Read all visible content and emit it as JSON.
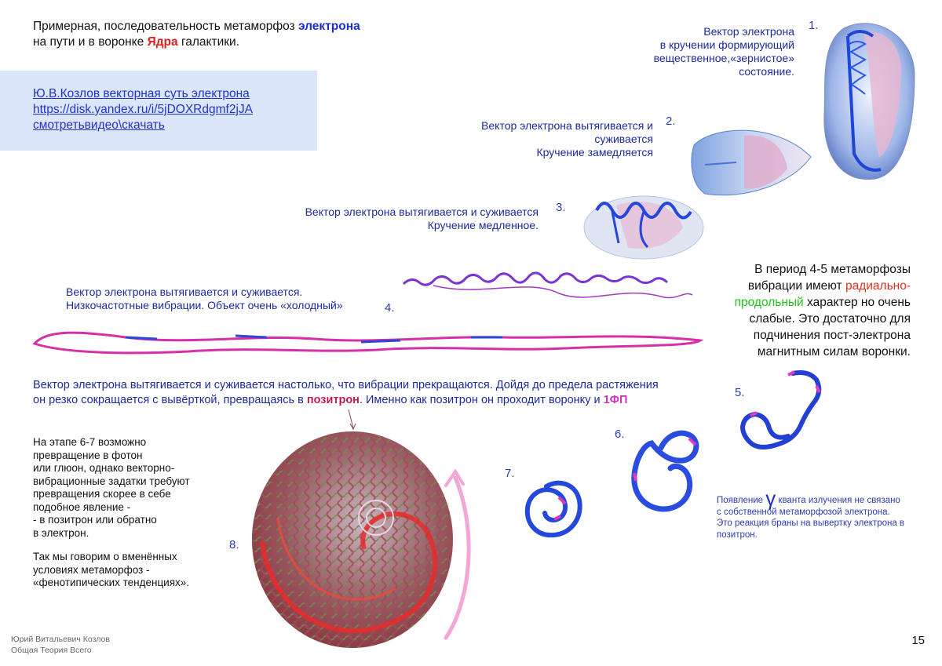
{
  "title": {
    "line1_pre": "Примерная, последовательность метаморфоз ",
    "line1_hl": "электрона",
    "line2_pre": "на пути и в воронке ",
    "line2_hl": "Ядра",
    "line2_post": " галактики."
  },
  "link_box": {
    "line1": "Ю.В.Козлов векторная суть электрона",
    "line2": "https://disk.yandex.ru/i/5jDOXRdgmf2jJA",
    "line3": "смотретьвидео\\скачать"
  },
  "stage1": {
    "number": "1.",
    "lines": [
      "Вектор электрона",
      "в кручении формирующий",
      "вещественное,«зернистое»",
      "состояние."
    ]
  },
  "stage2": {
    "number": "2.",
    "lines": [
      "Вектор электрона вытягивается и",
      "суживается",
      "Кручение замедляется"
    ]
  },
  "stage3": {
    "number": "3.",
    "lines": [
      "Вектор электрона вытягивается и суживается",
      "Кручение медленное."
    ]
  },
  "stage4": {
    "number": "4.",
    "lines": [
      "Вектор электрона вытягивается и суживается.",
      "Низкочастотные вибрации. Объект очень «холодный»"
    ]
  },
  "period_note": {
    "l1": "В период 4-5 метаморфозы",
    "l2_pre": "вибрации имеют ",
    "l2_red": "радиально-",
    "l3_green": "продольный",
    "l3_post": " характер но очень",
    "l4": "слабые. Это достаточно для",
    "l5": "подчинения пост-электрона",
    "l6": "магнитным силам воронки."
  },
  "stage_text": {
    "l1": "Вектор электрона вытягивается и суживается настолько, что вибрации прекращаются. Дойдя до предела растяжения",
    "l2_pre": "он резко сокращается с вывёрткой, превращаясь в ",
    "l2_pos": "позитрон",
    "l2_mid": ". Именно как позитрон он проходит воронку и ",
    "l2_fp": "1ФП"
  },
  "stage5": {
    "number": "5."
  },
  "stage6": {
    "number": "6."
  },
  "stage7": {
    "number": "7."
  },
  "stage8": {
    "number": "8."
  },
  "left_note": {
    "lines": [
      "На этапе 6-7 возможно",
      "превращение в фотон",
      "или глюон, однако векторно-",
      "вибрационные задатки требуют",
      "превращения скорее в себе",
      "подобное явление -",
      "- в позитрон или обратно",
      "в электрон."
    ],
    "lines2": [
      "Так мы говорим о вменённых",
      "условиях метаморфоз -",
      "«фенотипических тенденциях»."
    ]
  },
  "gamma_note": {
    "pre": "Появление ",
    "gamma": "γ",
    "post": " кванта излучения не связано с собственной метаморфозой электрона. Это реакция браны на вывертку электрона в позитрон."
  },
  "footer": {
    "author": "Юрий Витальевич Козлов",
    "subtitle": "Общая Теория Всего"
  },
  "page_number": "15"
}
